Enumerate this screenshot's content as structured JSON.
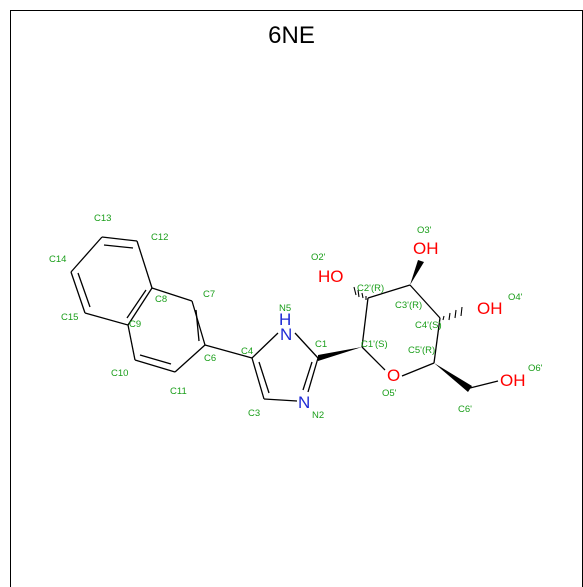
{
  "title": "6NE",
  "atoms": {
    "ho_c2": "HO",
    "oh_c3": "OH",
    "oh_c4": "OH",
    "oh_c6": "OH",
    "o_ring": "O",
    "nh": "H",
    "n_nh": "N",
    "n2": "N"
  },
  "labels": {
    "C13": "C13",
    "C12": "C12",
    "C14": "C14",
    "C8": "C8",
    "C7": "C7",
    "C15": "C15",
    "C9": "C9",
    "C6": "C6",
    "C10": "C10",
    "C11": "C11",
    "N5": "N5",
    "C4": "C4",
    "C1": "C1",
    "C3": "C3",
    "N2": "N2",
    "O2p": "O2'",
    "C2p": "C2'(R)",
    "O3p": "O3'",
    "C3p": "C3'(R)",
    "O4p": "O4'",
    "C4p": "C4'(S)",
    "C1p": "C1'(S)",
    "C5p": "C5'(R)",
    "O5p": "O5'",
    "O6p": "O6'",
    "C6p": "C6'"
  },
  "colors": {
    "carbon_label": "#1a9e1a",
    "oxygen": "#ff0000",
    "nitrogen": "#1f2bd6",
    "bond": "#000000"
  }
}
